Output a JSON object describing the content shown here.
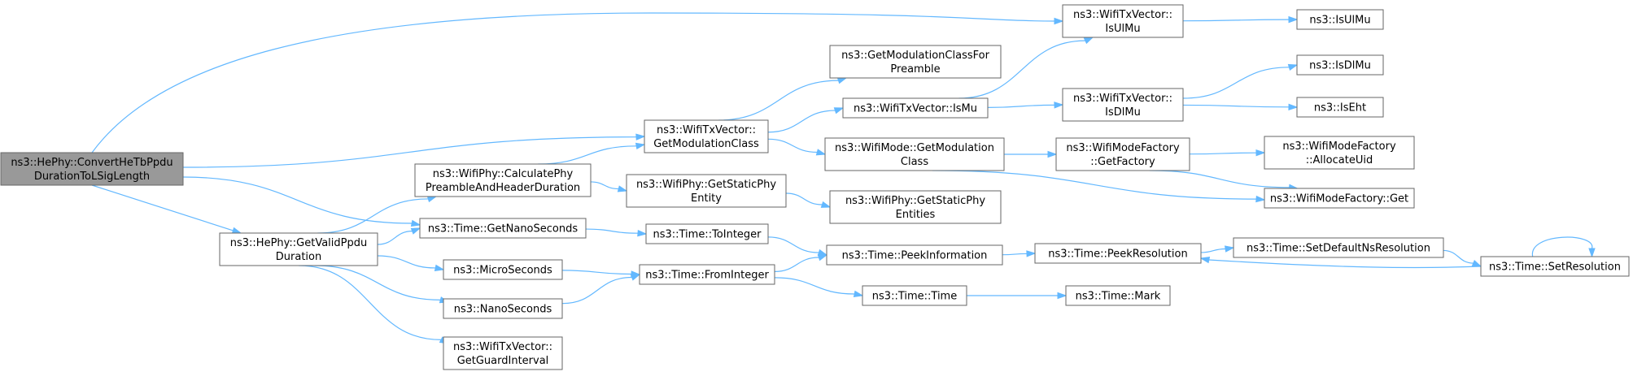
{
  "diagram": {
    "colors": {
      "edge": "#63b8ff",
      "node_border": "#666666",
      "root_fill": "#999999",
      "node_fill": "#ffffff"
    },
    "nodes": [
      {
        "id": "root",
        "lines": [
          "ns3::HePhy::ConvertHeTbPpdu",
          "DurationToLSigLength"
        ],
        "root": true
      },
      {
        "id": "getValidPpduDuration",
        "lines": [
          "ns3::HePhy::GetValidPpdu",
          "Duration"
        ]
      },
      {
        "id": "calcPhyPreamble",
        "lines": [
          "ns3::WifiPhy::CalculatePhy",
          "PreambleAndHeaderDuration"
        ]
      },
      {
        "id": "getNanoSeconds",
        "lines": [
          "ns3::Time::GetNanoSeconds"
        ]
      },
      {
        "id": "microSeconds",
        "lines": [
          "ns3::MicroSeconds"
        ]
      },
      {
        "id": "nanoSeconds",
        "lines": [
          "ns3::NanoSeconds"
        ]
      },
      {
        "id": "getGuardInterval",
        "lines": [
          "ns3::WifiTxVector::",
          "GetGuardInterval"
        ]
      },
      {
        "id": "getModulationClass",
        "lines": [
          "ns3::WifiTxVector::",
          "GetModulationClass"
        ]
      },
      {
        "id": "getStaticPhyEntity",
        "lines": [
          "ns3::WifiPhy::GetStaticPhy",
          "Entity"
        ]
      },
      {
        "id": "toInteger",
        "lines": [
          "ns3::Time::ToInteger"
        ]
      },
      {
        "id": "fromInteger",
        "lines": [
          "ns3::Time::FromInteger"
        ]
      },
      {
        "id": "getModClassForPreamble",
        "lines": [
          "ns3::GetModulationClassFor",
          "Preamble"
        ]
      },
      {
        "id": "isMu",
        "lines": [
          "ns3::WifiTxVector::IsMu"
        ]
      },
      {
        "id": "wifiModeGetModClass",
        "lines": [
          "ns3::WifiMode::GetModulation",
          "Class"
        ]
      },
      {
        "id": "getStaticPhyEntities",
        "lines": [
          "ns3::WifiPhy::GetStaticPhy",
          "Entities"
        ]
      },
      {
        "id": "peekInformation",
        "lines": [
          "ns3::Time::PeekInformation"
        ]
      },
      {
        "id": "timeTime",
        "lines": [
          "ns3::Time::Time"
        ]
      },
      {
        "id": "txIsUlMu",
        "lines": [
          "ns3::WifiTxVector::",
          "IsUlMu"
        ]
      },
      {
        "id": "txIsDlMu",
        "lines": [
          "ns3::WifiTxVector::",
          "IsDlMu"
        ]
      },
      {
        "id": "modeFactoryGetFactory",
        "lines": [
          "ns3::WifiModeFactory",
          "::GetFactory"
        ]
      },
      {
        "id": "peekResolution",
        "lines": [
          "ns3::Time::PeekResolution"
        ]
      },
      {
        "id": "timeMark",
        "lines": [
          "ns3::Time::Mark"
        ]
      },
      {
        "id": "isUlMu",
        "lines": [
          "ns3::IsUlMu"
        ]
      },
      {
        "id": "isDlMu",
        "lines": [
          "ns3::IsDlMu"
        ]
      },
      {
        "id": "isEht",
        "lines": [
          "ns3::IsEht"
        ]
      },
      {
        "id": "allocateUid",
        "lines": [
          "ns3::WifiModeFactory",
          "::AllocateUid"
        ]
      },
      {
        "id": "modeFactoryGet",
        "lines": [
          "ns3::WifiModeFactory::Get"
        ]
      },
      {
        "id": "setDefaultNsResolution",
        "lines": [
          "ns3::Time::SetDefaultNsResolution"
        ]
      },
      {
        "id": "setResolution",
        "lines": [
          "ns3::Time::SetResolution"
        ]
      }
    ],
    "edges": [
      {
        "from": "root",
        "to": "txIsUlMu"
      },
      {
        "from": "root",
        "to": "getModulationClass"
      },
      {
        "from": "root",
        "to": "getNanoSeconds"
      },
      {
        "from": "root",
        "to": "getValidPpduDuration"
      },
      {
        "from": "getValidPpduDuration",
        "to": "calcPhyPreamble"
      },
      {
        "from": "getValidPpduDuration",
        "to": "getNanoSeconds"
      },
      {
        "from": "getValidPpduDuration",
        "to": "microSeconds"
      },
      {
        "from": "getValidPpduDuration",
        "to": "nanoSeconds"
      },
      {
        "from": "getValidPpduDuration",
        "to": "getGuardInterval"
      },
      {
        "from": "calcPhyPreamble",
        "to": "getModulationClass"
      },
      {
        "from": "calcPhyPreamble",
        "to": "getStaticPhyEntity"
      },
      {
        "from": "getNanoSeconds",
        "to": "toInteger"
      },
      {
        "from": "microSeconds",
        "to": "fromInteger"
      },
      {
        "from": "nanoSeconds",
        "to": "fromInteger"
      },
      {
        "from": "getModulationClass",
        "to": "getModClassForPreamble"
      },
      {
        "from": "getModulationClass",
        "to": "isMu"
      },
      {
        "from": "getModulationClass",
        "to": "wifiModeGetModClass"
      },
      {
        "from": "getStaticPhyEntity",
        "to": "getStaticPhyEntities"
      },
      {
        "from": "toInteger",
        "to": "peekInformation"
      },
      {
        "from": "fromInteger",
        "to": "peekInformation"
      },
      {
        "from": "fromInteger",
        "to": "timeTime"
      },
      {
        "from": "isMu",
        "to": "txIsUlMu"
      },
      {
        "from": "isMu",
        "to": "txIsDlMu"
      },
      {
        "from": "wifiModeGetModClass",
        "to": "modeFactoryGetFactory"
      },
      {
        "from": "wifiModeGetModClass",
        "to": "modeFactoryGet"
      },
      {
        "from": "peekInformation",
        "to": "peekResolution"
      },
      {
        "from": "timeTime",
        "to": "timeMark"
      },
      {
        "from": "txIsUlMu",
        "to": "isUlMu"
      },
      {
        "from": "txIsDlMu",
        "to": "isDlMu"
      },
      {
        "from": "txIsDlMu",
        "to": "isEht"
      },
      {
        "from": "modeFactoryGetFactory",
        "to": "allocateUid"
      },
      {
        "from": "modeFactoryGetFactory",
        "to": "modeFactoryGet"
      },
      {
        "from": "peekResolution",
        "to": "setDefaultNsResolution"
      },
      {
        "from": "setDefaultNsResolution",
        "to": "setResolution"
      },
      {
        "from": "setResolution",
        "to": "peekResolution"
      },
      {
        "from": "setResolution",
        "to": "setResolution"
      }
    ]
  }
}
